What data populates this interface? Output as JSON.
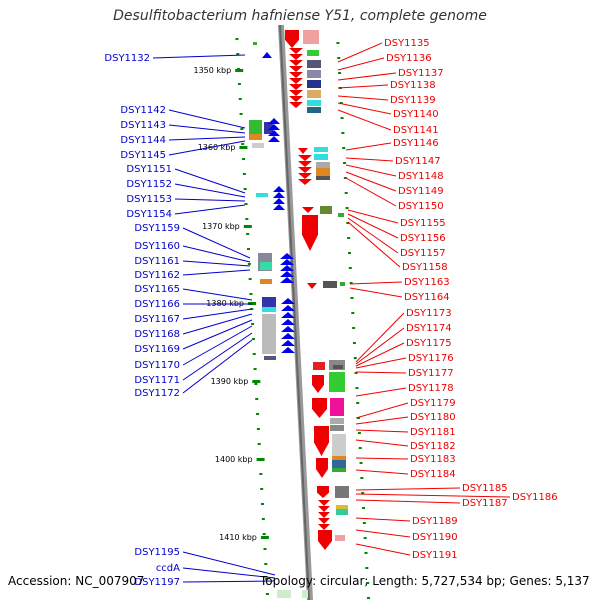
{
  "title": "Desulfitobacterium hafniense Y51, complete genome",
  "footer": {
    "accession_label": "Accession:",
    "accession": "NC_007907",
    "topology_label": "Topology:",
    "topology": "circular",
    "length_label": "Length:",
    "length": "5,727,534 bp",
    "genes_label": "Genes:",
    "genes": "5,137"
  },
  "colors": {
    "left_label": "#0000cc",
    "right_label": "#ee0000",
    "reverse_strand": "#0000ee",
    "forward_strand": "#ee0000",
    "ruler": "#008800"
  },
  "ruler_ticks": [
    "1350 kbp",
    "1360 kbp",
    "1370 kbp",
    "1380 kbp",
    "1390 kbp",
    "1400 kbp",
    "1410 kbp"
  ],
  "left_genes": [
    "DSY1132",
    "DSY1142",
    "DSY1143",
    "DSY1144",
    "DSY1145",
    "DSY1151",
    "DSY1152",
    "DSY1153",
    "DSY1154",
    "DSY1159",
    "DSY1160",
    "DSY1161",
    "DSY1162",
    "DSY1165",
    "DSY1166",
    "DSY1167",
    "DSY1168",
    "DSY1169",
    "DSY1170",
    "DSY1171",
    "DSY1172",
    "DSY1195",
    "ccdA",
    "DSY1197"
  ],
  "right_genes": [
    "DSY1135",
    "DSY1136",
    "DSY1137",
    "DSY1138",
    "DSY1139",
    "DSY1140",
    "DSY1141",
    "DSY1146",
    "DSY1147",
    "DSY1148",
    "DSY1149",
    "DSY1150",
    "DSY1155",
    "DSY1156",
    "DSY1157",
    "DSY1158",
    "DSY1163",
    "DSY1164",
    "DSY1173",
    "DSY1174",
    "DSY1175",
    "DSY1176",
    "DSY1177",
    "DSY1178",
    "DSY1179",
    "DSY1180",
    "DSY1181",
    "DSY1182",
    "DSY1183",
    "DSY1184",
    "DSY1185",
    "DSY1186",
    "DSY1187",
    "DSY1189",
    "DSY1190",
    "DSY1191"
  ]
}
